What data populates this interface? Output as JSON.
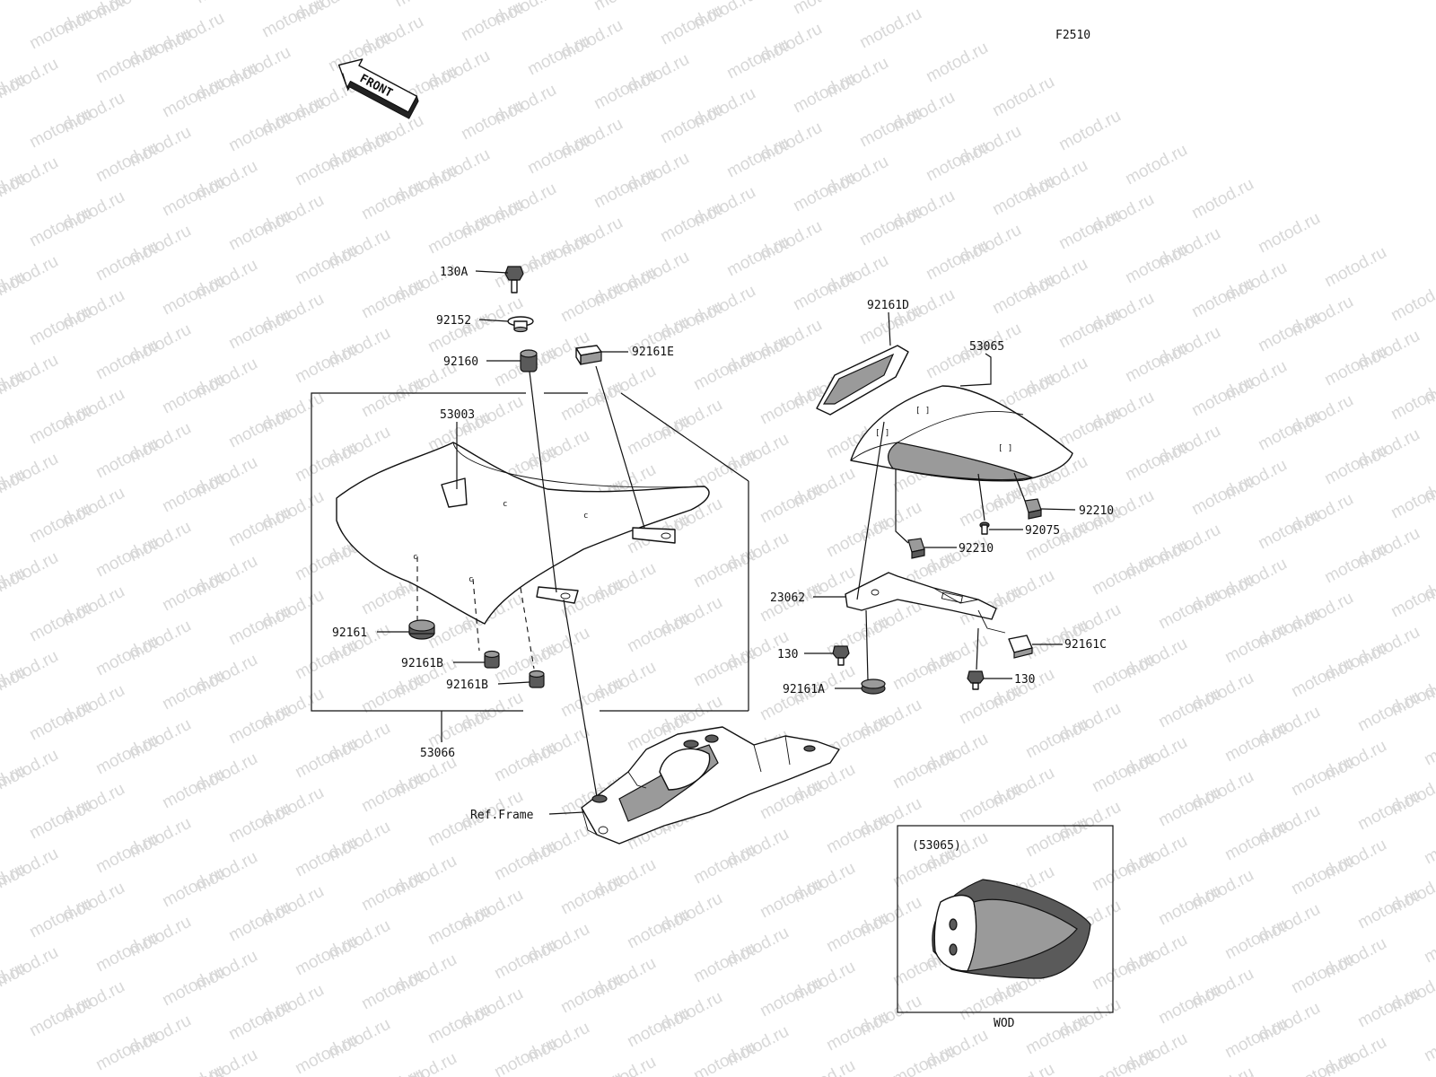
{
  "diagram_code": "F2510",
  "front_arrow_text": "FRONT",
  "watermark_text": "motod.ru",
  "labels": {
    "p130A": "130A",
    "p92152": "92152",
    "p92160": "92160",
    "p92161E": "92161E",
    "p53003": "53003",
    "p92161": "92161",
    "p92161B_1": "92161B",
    "p92161B_2": "92161B",
    "p53066": "53066",
    "pRefFrame": "Ref.Frame",
    "p92161D": "92161D",
    "p53065": "53065",
    "p92210_1": "92210",
    "p92075": "92075",
    "p92210_2": "92210",
    "p23062": "23062",
    "p130_1": "130",
    "p92161C": "92161C",
    "p130_2": "130",
    "p92161A": "92161A"
  },
  "inset": {
    "title": "(53065)",
    "caption": "WOD"
  }
}
